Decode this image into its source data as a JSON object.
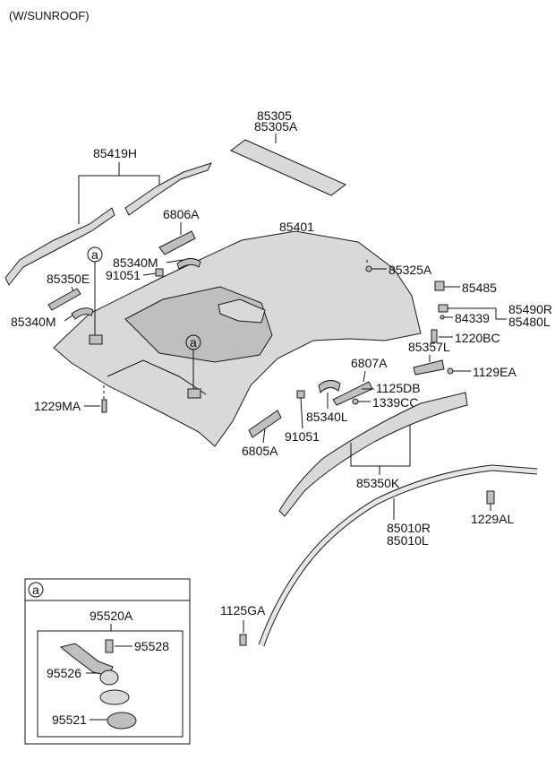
{
  "header": {
    "title": "(W/SUNROOF)"
  },
  "labels": {
    "l85305": "85305",
    "l85305A": "85305A",
    "l85419H": "85419H",
    "l6806A": "6806A",
    "l85401": "85401",
    "l85340M_top": "85340M",
    "l91051_top": "91051",
    "l85350E": "85350E",
    "l85340M_left": "85340M",
    "l85325A": "85325A",
    "l85485": "85485",
    "l85490R": "85490R",
    "l84339": "84339",
    "l85480L": "85480L",
    "l1220BC": "1220BC",
    "l85357L": "85357L",
    "l1129EA": "1129EA",
    "l6807A": "6807A",
    "l1125DB": "1125DB",
    "l1339CC": "1339CC",
    "l85340L": "85340L",
    "l1229MA": "1229MA",
    "l91051_bot": "91051",
    "l6805A": "6805A",
    "l85350K": "85350K",
    "l85010R": "85010R",
    "l85010L": "85010L",
    "l1229AL": "1229AL",
    "l1125GA": "1125GA",
    "l95520A": "95520A",
    "l95528": "95528",
    "l95526": "95526",
    "l95521": "95521"
  },
  "callouts": {
    "a_main_left": "a",
    "a_main_center": "a",
    "a_inset": "a"
  }
}
